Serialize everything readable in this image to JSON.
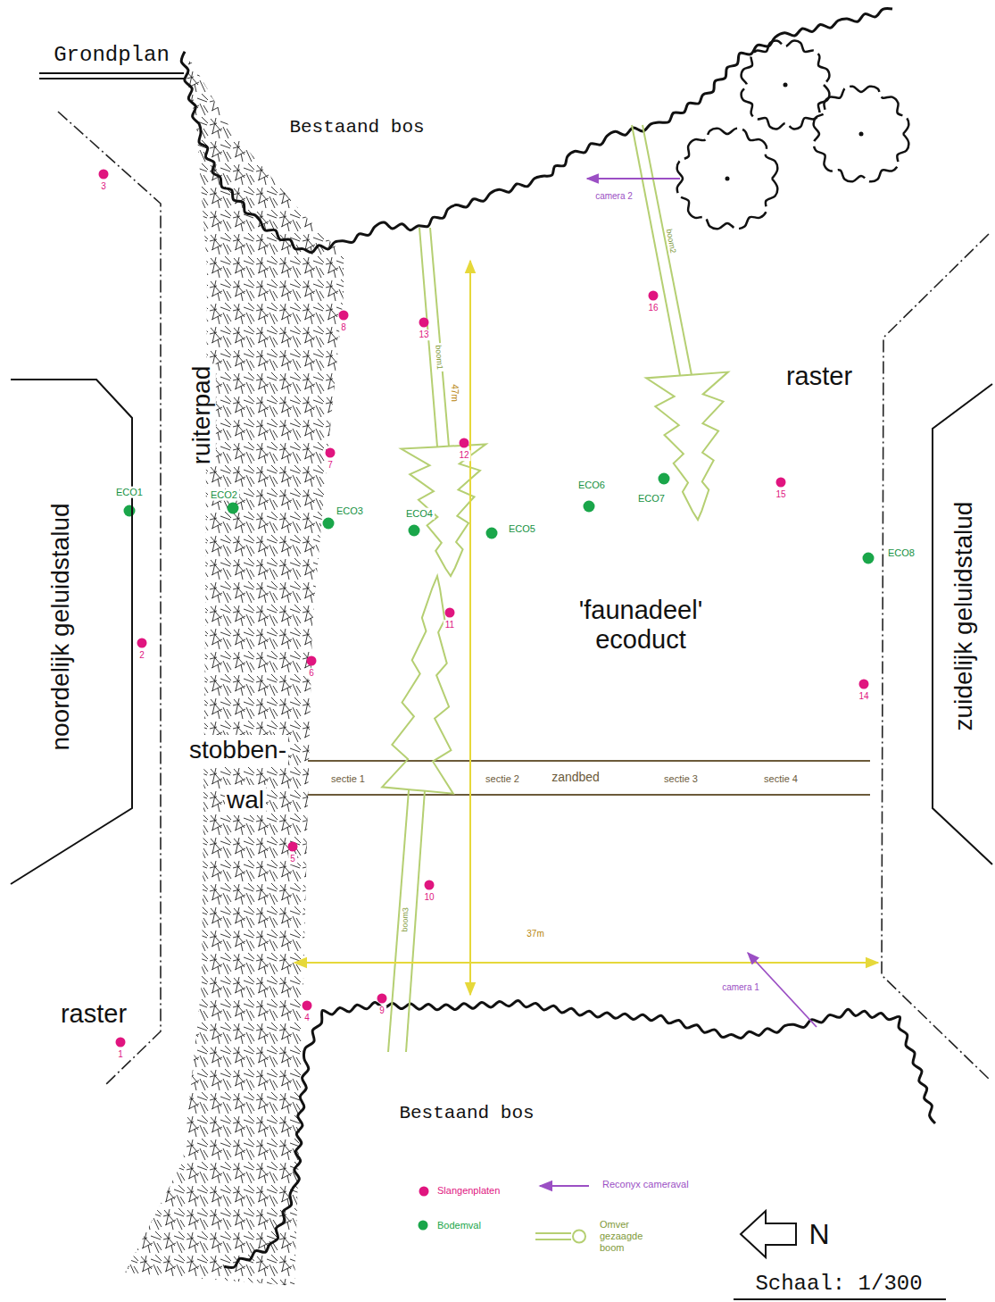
{
  "diagram": {
    "title": "Grondplan",
    "nodes": [
      {
        "text": [
          "noordelijk geluidstalud"
        ]
      },
      {
        "text": [
          "zuidelijk geluidstalud"
        ]
      }
    ],
    "labels": [
      "Bestaand bos",
      "Bestaand bos",
      "camera 2",
      "camera 1",
      "boom1",
      "boom2",
      "boom3",
      "47m",
      "37m",
      "raster",
      "raster",
      "ruiterpad",
      "stobben- wal",
      "'faunadeel' ecoduct",
      "sectie 1",
      "sectie 2",
      "zandbed",
      "sectie 3",
      "sectie 4",
      "1",
      "2",
      "3",
      "4",
      "5",
      "6",
      "7",
      "8",
      "9",
      "10",
      "11",
      "12",
      "13",
      "14",
      "15",
      "16",
      "ECO1",
      "ECO2",
      "ECO3",
      "ECO4",
      "ECO5",
      "ECO6",
      "ECO7",
      "ECO8",
      "N",
      "Schaal: 1/300"
    ],
    "legend": [
      {
        "text": "Slangenplaten",
        "color": "#e0157f"
      },
      {
        "text": "Reconyx cameraval"
      },
      {
        "text": "Bodemval",
        "color": "#1aa64a"
      },
      {
        "text": "Omver gezaagde boom"
      }
    ]
  }
}
